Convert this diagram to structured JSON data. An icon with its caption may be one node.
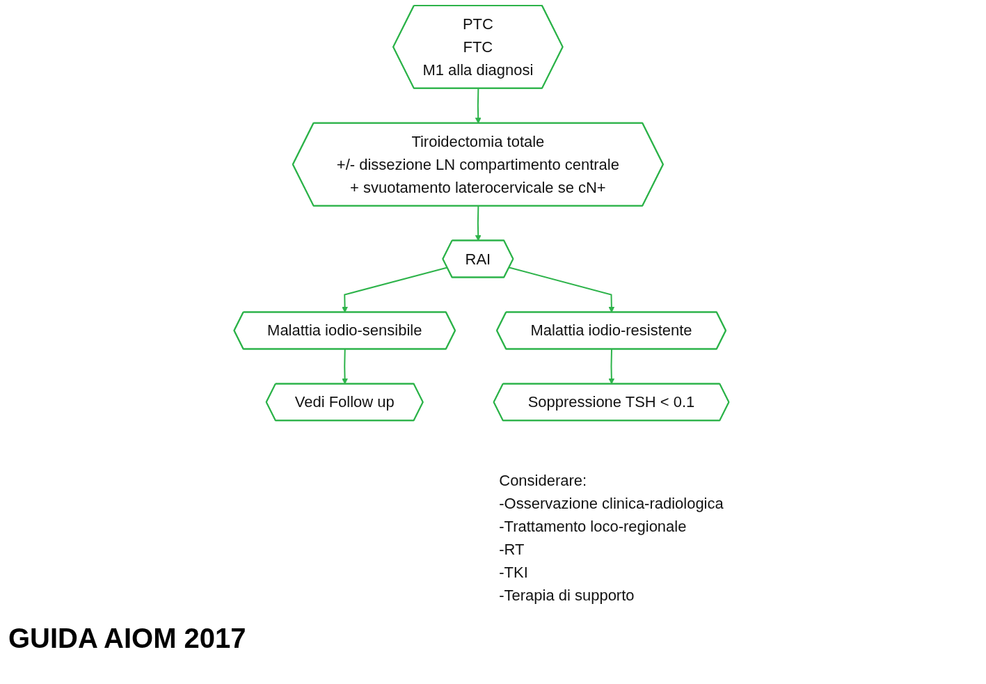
{
  "diagram": {
    "nodes": [
      {
        "text": [
          "PTC",
          "FTC",
          "M1 alla diagnosi"
        ]
      },
      {
        "text": [
          "Tiroidectomia totale",
          "+/- dissezione LN compartimento centrale",
          "+ svuotamento laterocervicale se cN+"
        ]
      },
      {
        "text": [
          "RAI"
        ]
      },
      {
        "text": [
          "Malattia iodio-sensibile"
        ]
      },
      {
        "text": [
          "Malattia iodio-resistente"
        ]
      },
      {
        "text": [
          "Vedi Follow up"
        ]
      },
      {
        "text": [
          "Soppressione TSH < 0.1"
        ],
        "beside": [
          "Considerare:",
          "-Osservazione clinica-radiologica",
          "-Trattamento loco-regionale",
          "-RT",
          "-TKI",
          "-Terapia di supporto"
        ]
      }
    ],
    "edges": [
      {
        "from": 0,
        "to": 1,
        "arrow": "to"
      },
      {
        "from": 1,
        "to": 2,
        "arrow": "to"
      },
      {
        "from": 2,
        "to": 3,
        "arrow": "to"
      },
      {
        "from": 2,
        "to": 4,
        "arrow": "to"
      },
      {
        "from": 3,
        "to": 5,
        "arrow": "to"
      },
      {
        "from": 4,
        "to": 6,
        "arrow": "to"
      }
    ],
    "labels": [
      "GUIDA AIOM 2017"
    ]
  }
}
